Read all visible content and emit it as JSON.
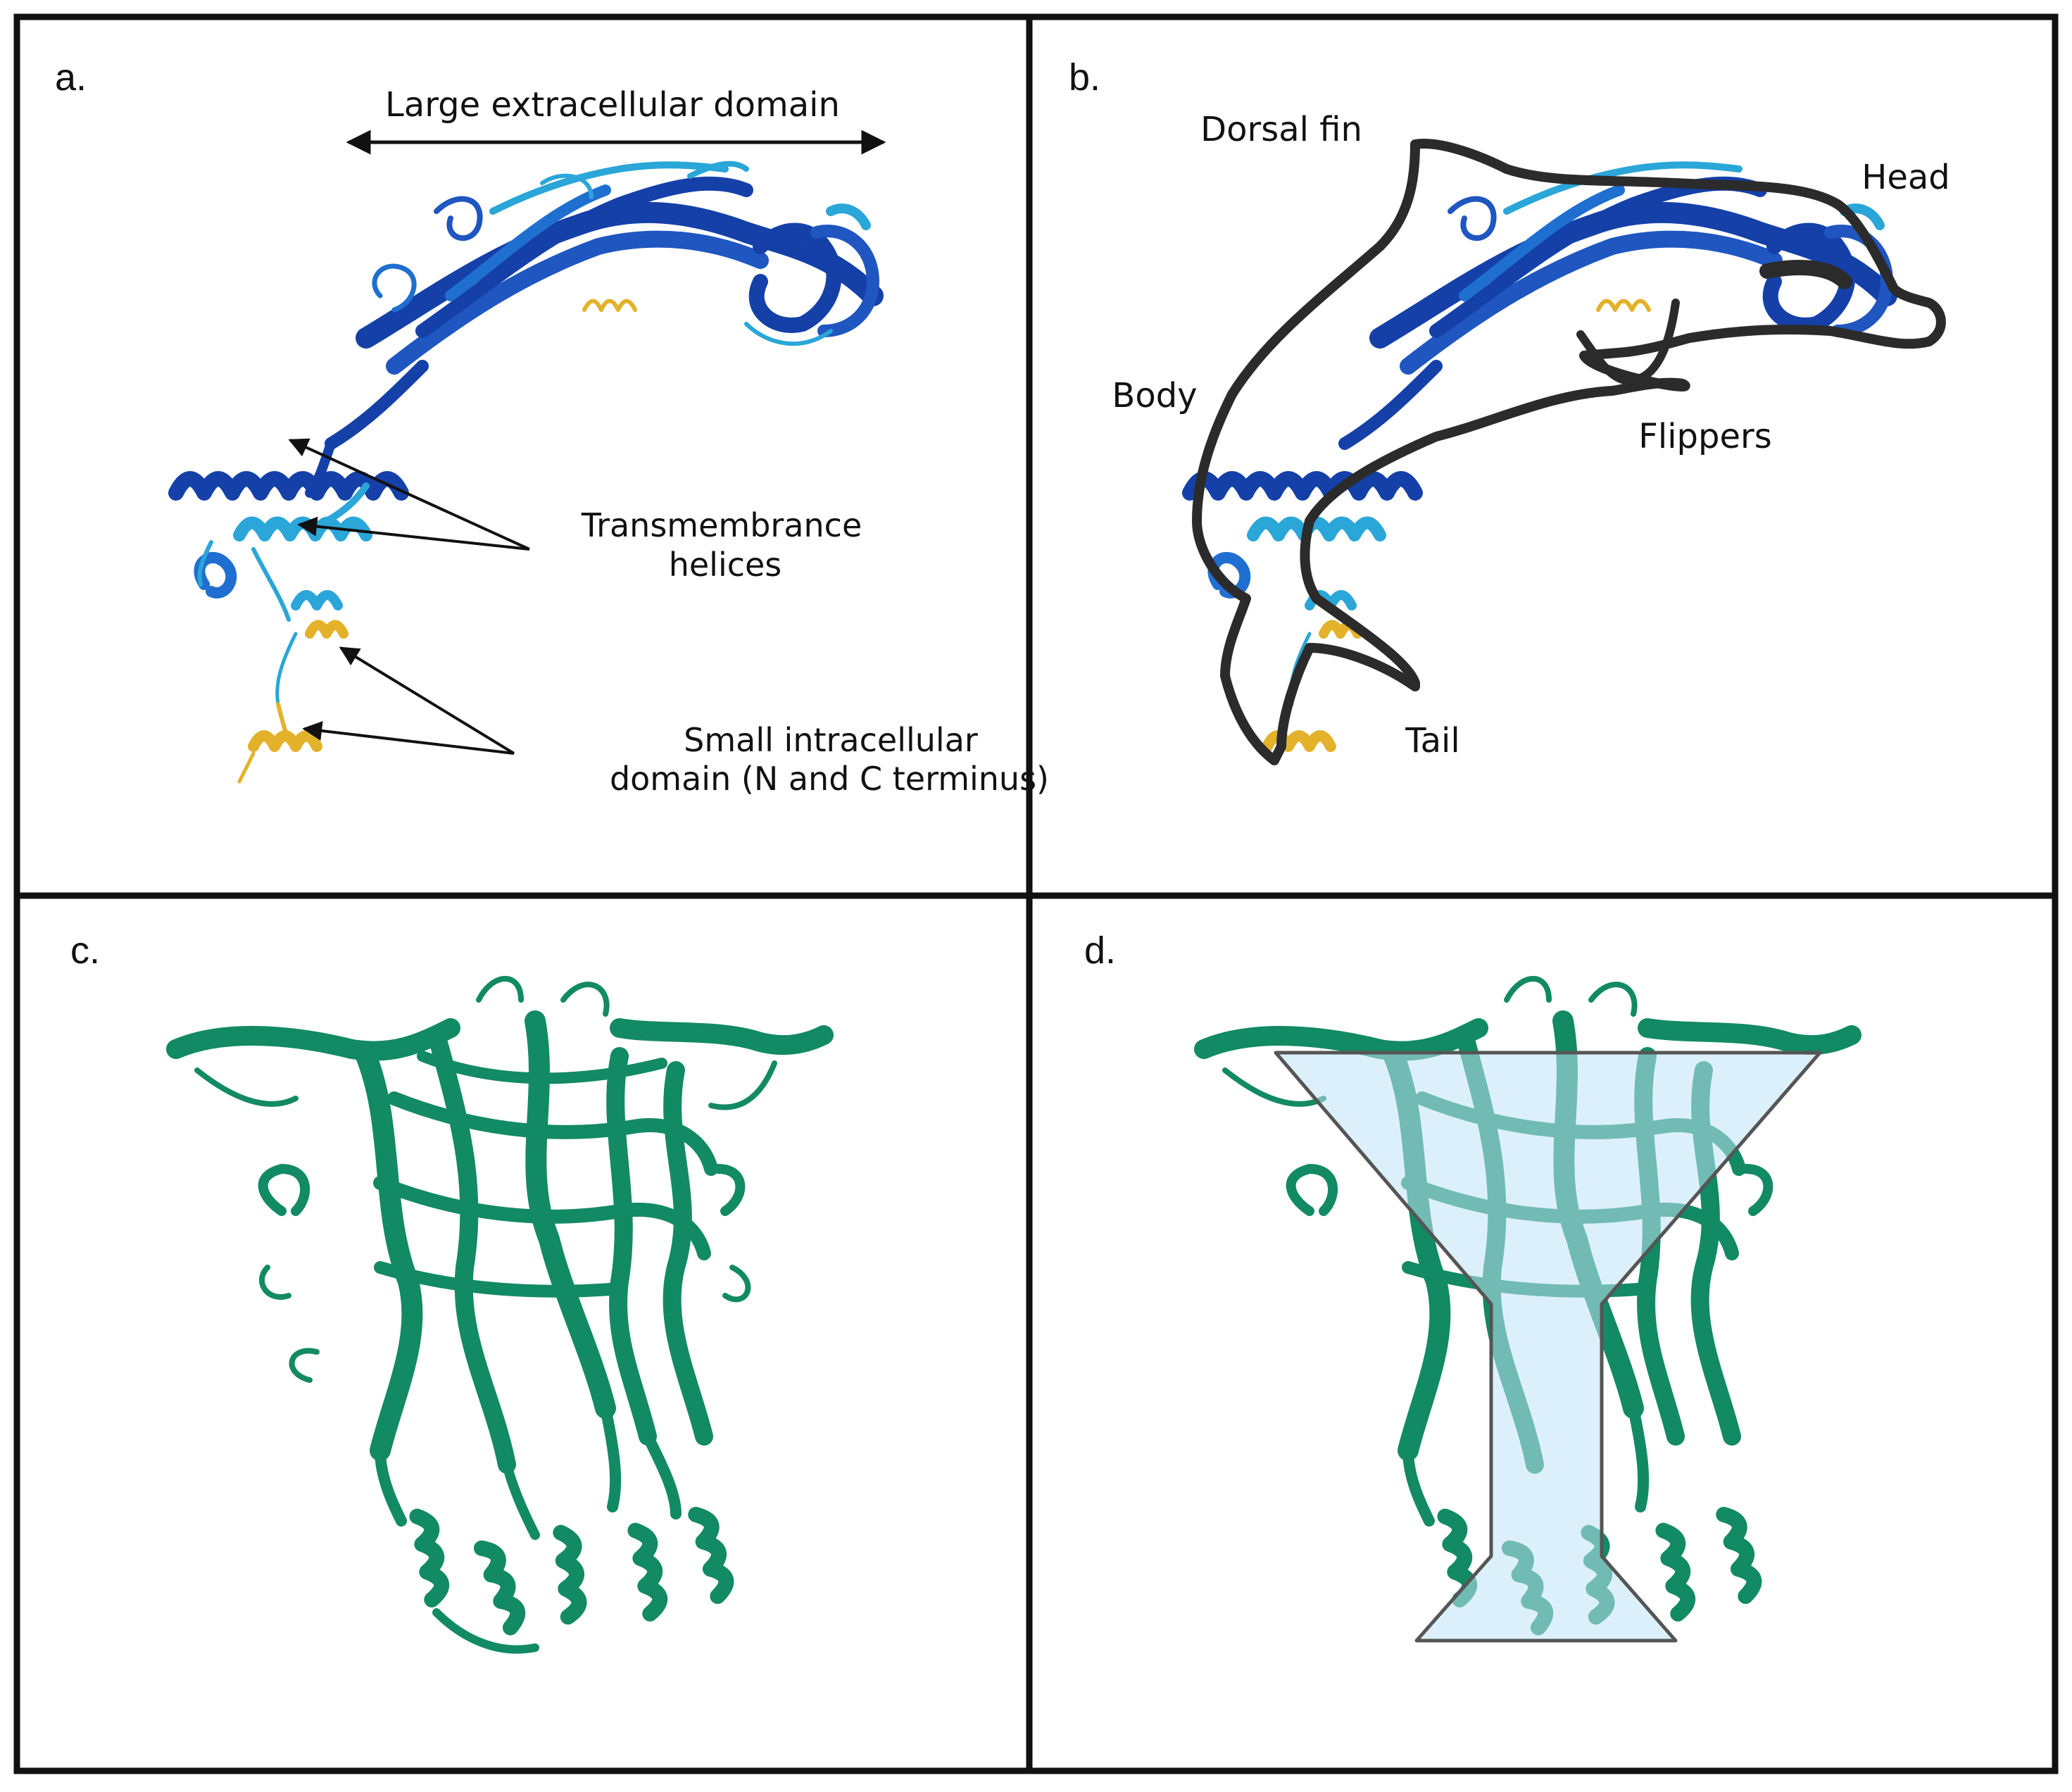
{
  "panels": {
    "a": {
      "letter": "a.",
      "top_label": "Large extracellular domain",
      "tm_label_line1": "Transmembrance",
      "tm_label_line2": "helices",
      "ic_label_line1": "Small intracellular",
      "ic_label_line2": "domain (N and C terminus)"
    },
    "b": {
      "letter": "b.",
      "dorsal": "Dorsal fin",
      "head": "Head",
      "body": "Body",
      "flippers": "Flippers",
      "tail": "Tail"
    },
    "c": {
      "letter": "c."
    },
    "d": {
      "letter": "d."
    }
  },
  "colors": {
    "frame": "#111111",
    "ribbon_dark": "#1440a8",
    "ribbon_mid": "#1f6fd0",
    "ribbon_light": "#2aa6d8",
    "terminus": "#e3b22a",
    "trimer": "#128a63",
    "funnel_fill": "#bfe4f7",
    "outline": "#2b2b2b"
  }
}
